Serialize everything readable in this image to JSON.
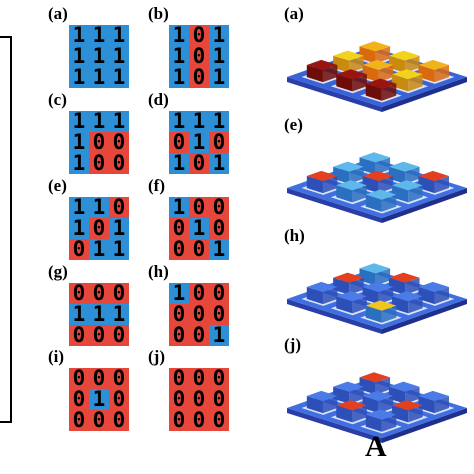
{
  "figure_label": "A",
  "grids": [
    {
      "label": "(a)",
      "rows": [
        "111",
        "111",
        "111"
      ]
    },
    {
      "label": "(b)",
      "rows": [
        "101",
        "101",
        "101"
      ]
    },
    {
      "label": "(c)",
      "rows": [
        "111",
        "100",
        "100"
      ]
    },
    {
      "label": "(d)",
      "rows": [
        "111",
        "010",
        "101"
      ]
    },
    {
      "label": "(e)",
      "rows": [
        "110",
        "101",
        "011"
      ]
    },
    {
      "label": "(f)",
      "rows": [
        "100",
        "010",
        "001"
      ]
    },
    {
      "label": "(g)",
      "rows": [
        "000",
        "111",
        "000"
      ]
    },
    {
      "label": "(h)",
      "rows": [
        "100",
        "000",
        "001"
      ]
    },
    {
      "label": "(i)",
      "rows": [
        "000",
        "010",
        "000"
      ]
    },
    {
      "label": "(j)",
      "rows": [
        "000",
        "000",
        "000"
      ]
    }
  ],
  "field_panels": [
    {
      "label": "(a)",
      "pattern": [
        "111",
        "111",
        "111"
      ]
    },
    {
      "label": "(e)",
      "pattern": [
        "110",
        "101",
        "011"
      ]
    },
    {
      "label": "(h)",
      "pattern": [
        "100",
        "000",
        "001"
      ]
    },
    {
      "label": "(j)",
      "pattern": [
        "000",
        "000",
        "000"
      ]
    }
  ],
  "colors": {
    "one": "#2d8fd6",
    "zero": "#e7473b"
  }
}
